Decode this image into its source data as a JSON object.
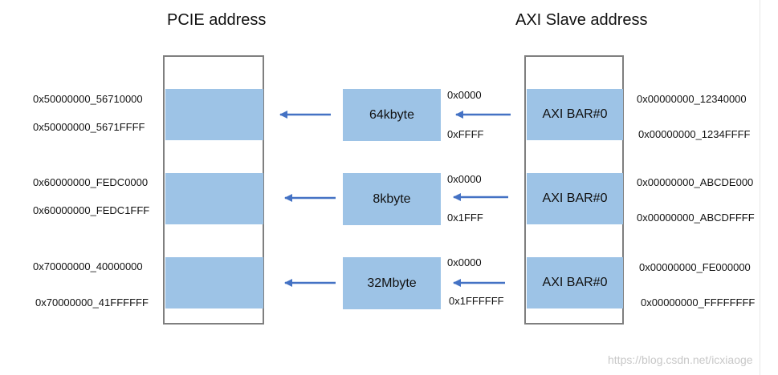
{
  "titles": {
    "pcie": "PCIE address",
    "axi": "AXI Slave address"
  },
  "windows": [
    {
      "pcie_start": "0x50000000_56710000",
      "pcie_end": "0x50000000_5671FFFF",
      "size_label": "64kbyte",
      "offset_start": "0x0000",
      "offset_end": "0xFFFF",
      "bar_label": "AXI BAR#0",
      "axi_start": "0x00000000_12340000",
      "axi_end": "0x00000000_1234FFFF"
    },
    {
      "pcie_start": "0x60000000_FEDC0000",
      "pcie_end": "0x60000000_FEDC1FFF",
      "size_label": "8kbyte",
      "offset_start": "0x0000",
      "offset_end": "0x1FFF",
      "bar_label": "AXI BAR#0",
      "axi_start": "0x00000000_ABCDE000",
      "axi_end": "0x00000000_ABCDFFFF"
    },
    {
      "pcie_start": "0x70000000_40000000",
      "pcie_end": "0x70000000_41FFFFFF",
      "size_label": "32Mbyte",
      "offset_start": "0x0000",
      "offset_end": "0x1FFFFFF",
      "bar_label": "AXI BAR#0",
      "axi_start": "0x00000000_FE000000",
      "axi_end": "0x00000000_FFFFFFFF"
    }
  ],
  "watermark": "https://blog.csdn.net/icxiaoge",
  "colors": {
    "region_fill": "#9dc3e6",
    "frame_border": "#7f7f7f",
    "arrow": "#4472c4"
  }
}
